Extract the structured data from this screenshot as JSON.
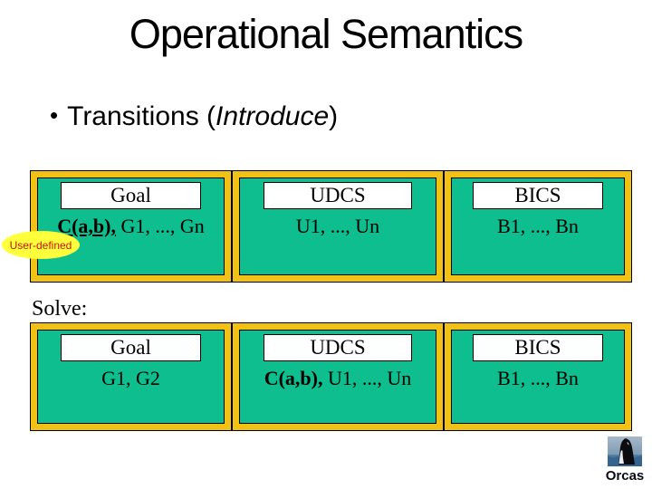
{
  "slide": {
    "title": "Operational Semantics",
    "bullet": {
      "marker": "•",
      "text_before_italic": "Transitions (",
      "italic_text": "Introduce",
      "text_after_italic": ")"
    },
    "callout": {
      "text": "User-defined"
    },
    "solve_label": "Solve:",
    "rows": [
      {
        "name": "introduce-state",
        "boxes": [
          {
            "heading": "Goal",
            "content_emphasis": "C(a,b),",
            "content_rest": " G1, ..., Gn"
          },
          {
            "heading": "UDCS",
            "content_emphasis": "",
            "content_rest": "U1, ..., Un"
          },
          {
            "heading": "BICS",
            "content_emphasis": "",
            "content_rest": "B1, ..., Bn"
          }
        ]
      },
      {
        "name": "solve-state",
        "boxes": [
          {
            "heading": "Goal",
            "content_emphasis": "",
            "content_rest": "G1, G2"
          },
          {
            "heading": "UDCS",
            "content_emphasis": "C(a,b),",
            "content_rest": " U1, ..., Un"
          },
          {
            "heading": "BICS",
            "content_emphasis": "",
            "content_rest": "B1, ..., Bn"
          }
        ]
      }
    ],
    "logo": {
      "caption": "Orcas"
    },
    "colors": {
      "frame_gold": "#F2C115",
      "panel_teal": "#0FBE8E",
      "callout_fill": "#FFFF3B",
      "callout_text": "#CC1111",
      "title_text": "#000000"
    }
  }
}
